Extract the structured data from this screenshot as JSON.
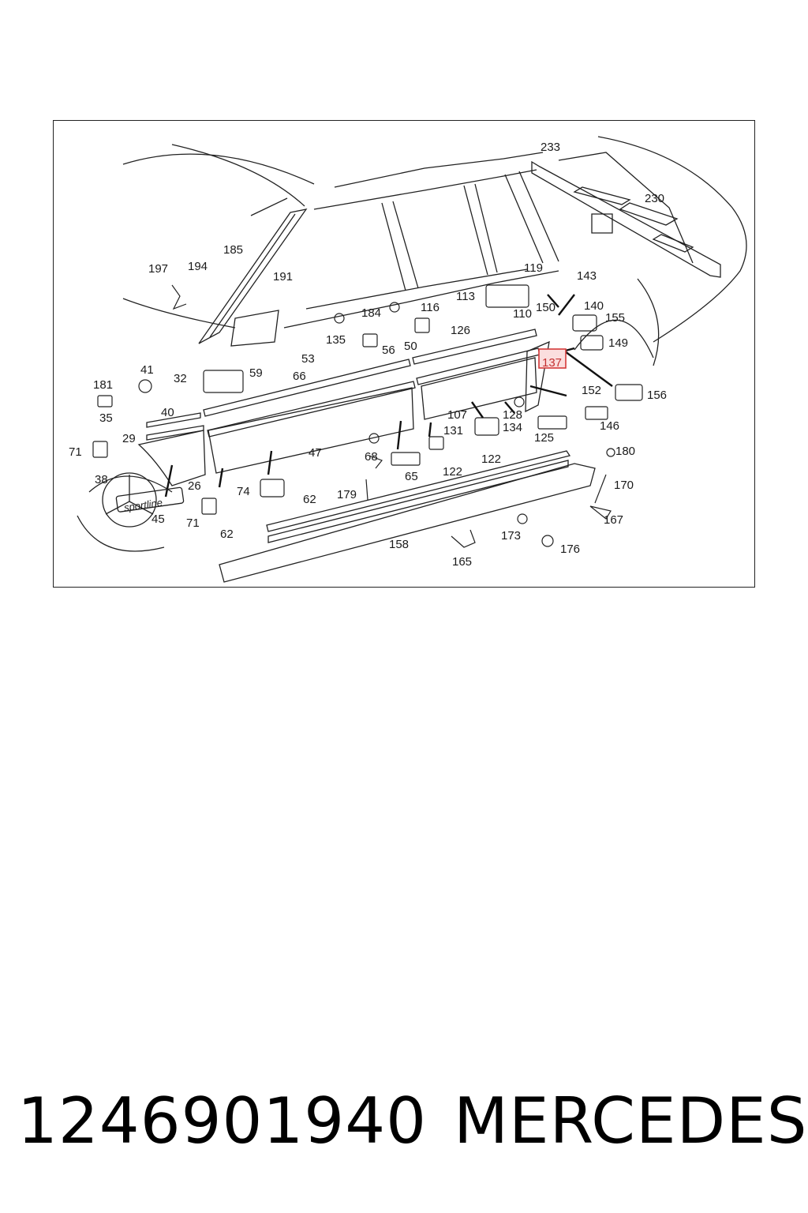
{
  "diagram": {
    "highlighted_callout": "137",
    "emblem_text": "sportline",
    "callouts": [
      {
        "id": "233"
      },
      {
        "id": "230"
      },
      {
        "id": "185"
      },
      {
        "id": "191"
      },
      {
        "id": "197"
      },
      {
        "id": "194"
      },
      {
        "id": "119"
      },
      {
        "id": "143"
      },
      {
        "id": "113"
      },
      {
        "id": "116"
      },
      {
        "id": "184"
      },
      {
        "id": "150"
      },
      {
        "id": "140"
      },
      {
        "id": "110"
      },
      {
        "id": "155"
      },
      {
        "id": "126"
      },
      {
        "id": "135"
      },
      {
        "id": "56"
      },
      {
        "id": "50"
      },
      {
        "id": "149"
      },
      {
        "id": "53"
      },
      {
        "id": "137"
      },
      {
        "id": "66"
      },
      {
        "id": "59"
      },
      {
        "id": "41"
      },
      {
        "id": "181"
      },
      {
        "id": "32"
      },
      {
        "id": "152"
      },
      {
        "id": "156"
      },
      {
        "id": "35"
      },
      {
        "id": "40"
      },
      {
        "id": "107"
      },
      {
        "id": "128"
      },
      {
        "id": "131"
      },
      {
        "id": "134"
      },
      {
        "id": "146"
      },
      {
        "id": "29"
      },
      {
        "id": "125"
      },
      {
        "id": "71"
      },
      {
        "id": "68"
      },
      {
        "id": "47"
      },
      {
        "id": "180"
      },
      {
        "id": "38"
      },
      {
        "id": "122"
      },
      {
        "id": "122"
      },
      {
        "id": "65"
      },
      {
        "id": "170"
      },
      {
        "id": "26"
      },
      {
        "id": "74"
      },
      {
        "id": "179"
      },
      {
        "id": "62"
      },
      {
        "id": "167"
      },
      {
        "id": "45"
      },
      {
        "id": "71"
      },
      {
        "id": "62"
      },
      {
        "id": "173"
      },
      {
        "id": "158"
      },
      {
        "id": "176"
      },
      {
        "id": "165"
      }
    ]
  },
  "footer": {
    "part_number": "1246901940",
    "brand": "MERCEDES"
  }
}
